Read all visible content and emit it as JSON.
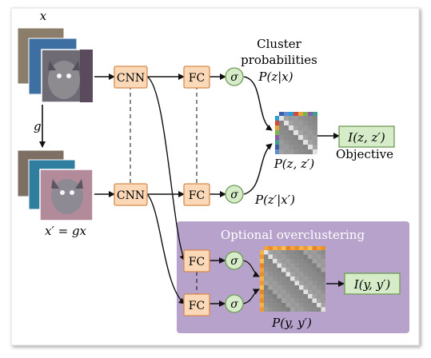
{
  "labels": {
    "x": "x",
    "g": "g",
    "x_prime": "x′ = gx",
    "cluster_line1": "Cluster",
    "cluster_line2": "probabilities",
    "p_z_x": "P(z|x)",
    "p_zp_xp": "P(z′|x′)",
    "p_z_zp": "P(z, z′)",
    "objective_box": "I(z, z′)",
    "objective": "Objective",
    "overcluster_title": "Optional overclustering",
    "p_y_yp": "P(y, y′)",
    "objective_box2": "I(y, y′)"
  },
  "blocks": {
    "cnn": "CNN",
    "fc": "FC",
    "sigma": "σ"
  },
  "colors": {
    "block_fill": "#fbd9b8",
    "block_stroke": "#d88a4a",
    "sigma_fill": "#d6ecc8",
    "sigma_stroke": "#6e9c55",
    "objective_fill": "#d6ecc8",
    "objective_stroke": "#6e9c55",
    "panel_fill": "#b7a2cc",
    "matrix_bg": "#8b8b8b",
    "matrix_diag": "#e2e2e2"
  }
}
